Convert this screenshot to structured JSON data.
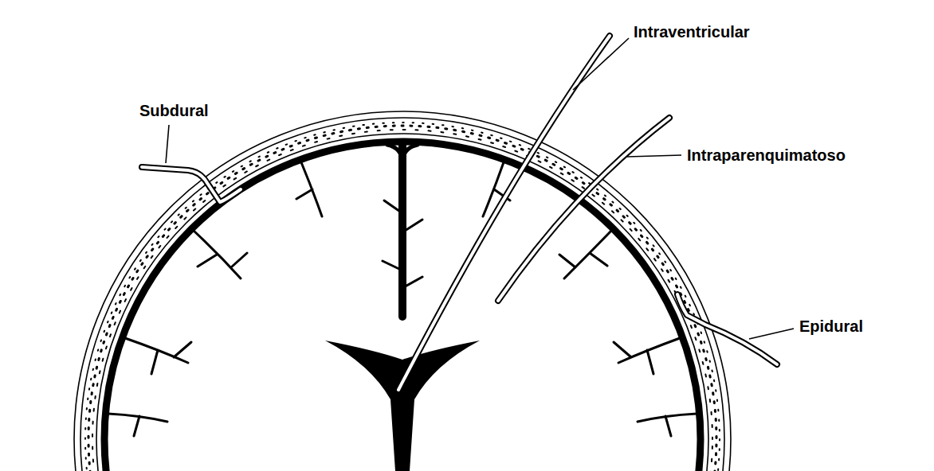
{
  "diagram": {
    "labels": [
      "Intraventricular",
      "Subdural",
      "Intraparenquimatoso",
      "Epidural"
    ]
  }
}
